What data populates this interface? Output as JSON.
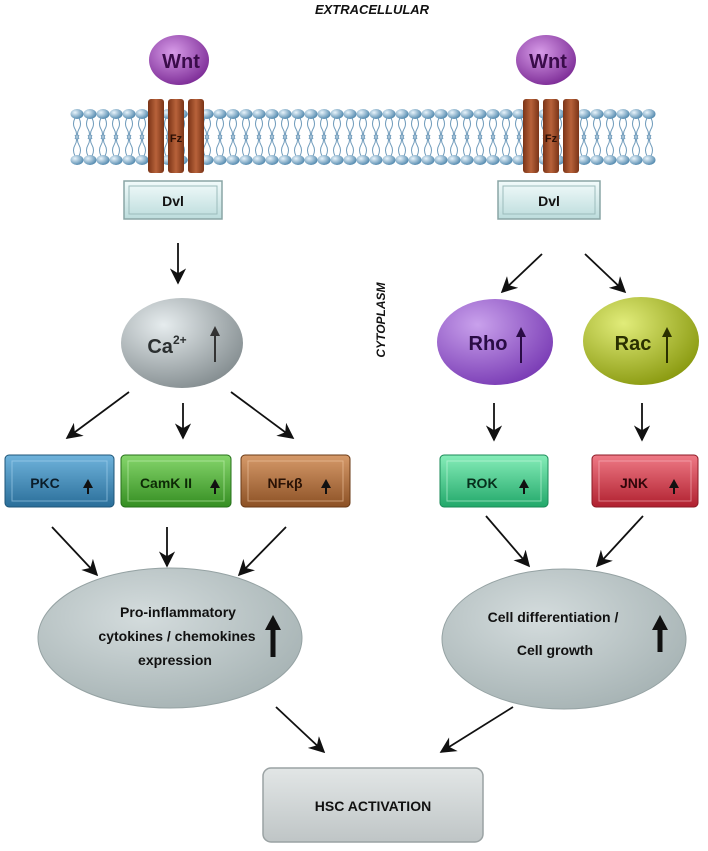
{
  "regions": {
    "extracellular": "EXTRACELLULAR",
    "cytoplasm": "CYTOPLASM"
  },
  "receptors": {
    "ligand_label": "Wnt",
    "receptor_label": "Fz",
    "adaptor_label": "Dvl"
  },
  "left_pathway": {
    "second_messenger": "Ca",
    "second_messenger_charge": "2+",
    "effectors": [
      {
        "label": "PKC",
        "color": "#3d86b3"
      },
      {
        "label": "CamK II",
        "color": "#4dab37"
      },
      {
        "label": "NFκβ",
        "color": "#ad6c3c"
      }
    ],
    "outcome_lines": [
      "Pro-inflammatory",
      "cytokines / chemokines",
      "expression"
    ]
  },
  "right_pathway": {
    "gtpases": [
      {
        "label": "Rho",
        "color": "#8f55c6"
      },
      {
        "label": "Rac",
        "color": "#9cad1e"
      }
    ],
    "effectors": [
      {
        "label": "ROK",
        "color": "#3ec98c"
      },
      {
        "label": "JNK",
        "color": "#cf3447"
      }
    ],
    "outcome_lines": [
      "Cell differentiation /",
      "Cell growth"
    ]
  },
  "final_outcome": "HSC ACTIVATION",
  "colors": {
    "wnt": "#8c3aa6",
    "frizzled": "#9a4a26",
    "dvl_box": "#d3ecec",
    "ca_ellipse": "#9aa3a5",
    "outcome_ellipse": "#b4c0c1",
    "membrane_head": "#7aa6c6",
    "arrow": "#111111"
  }
}
